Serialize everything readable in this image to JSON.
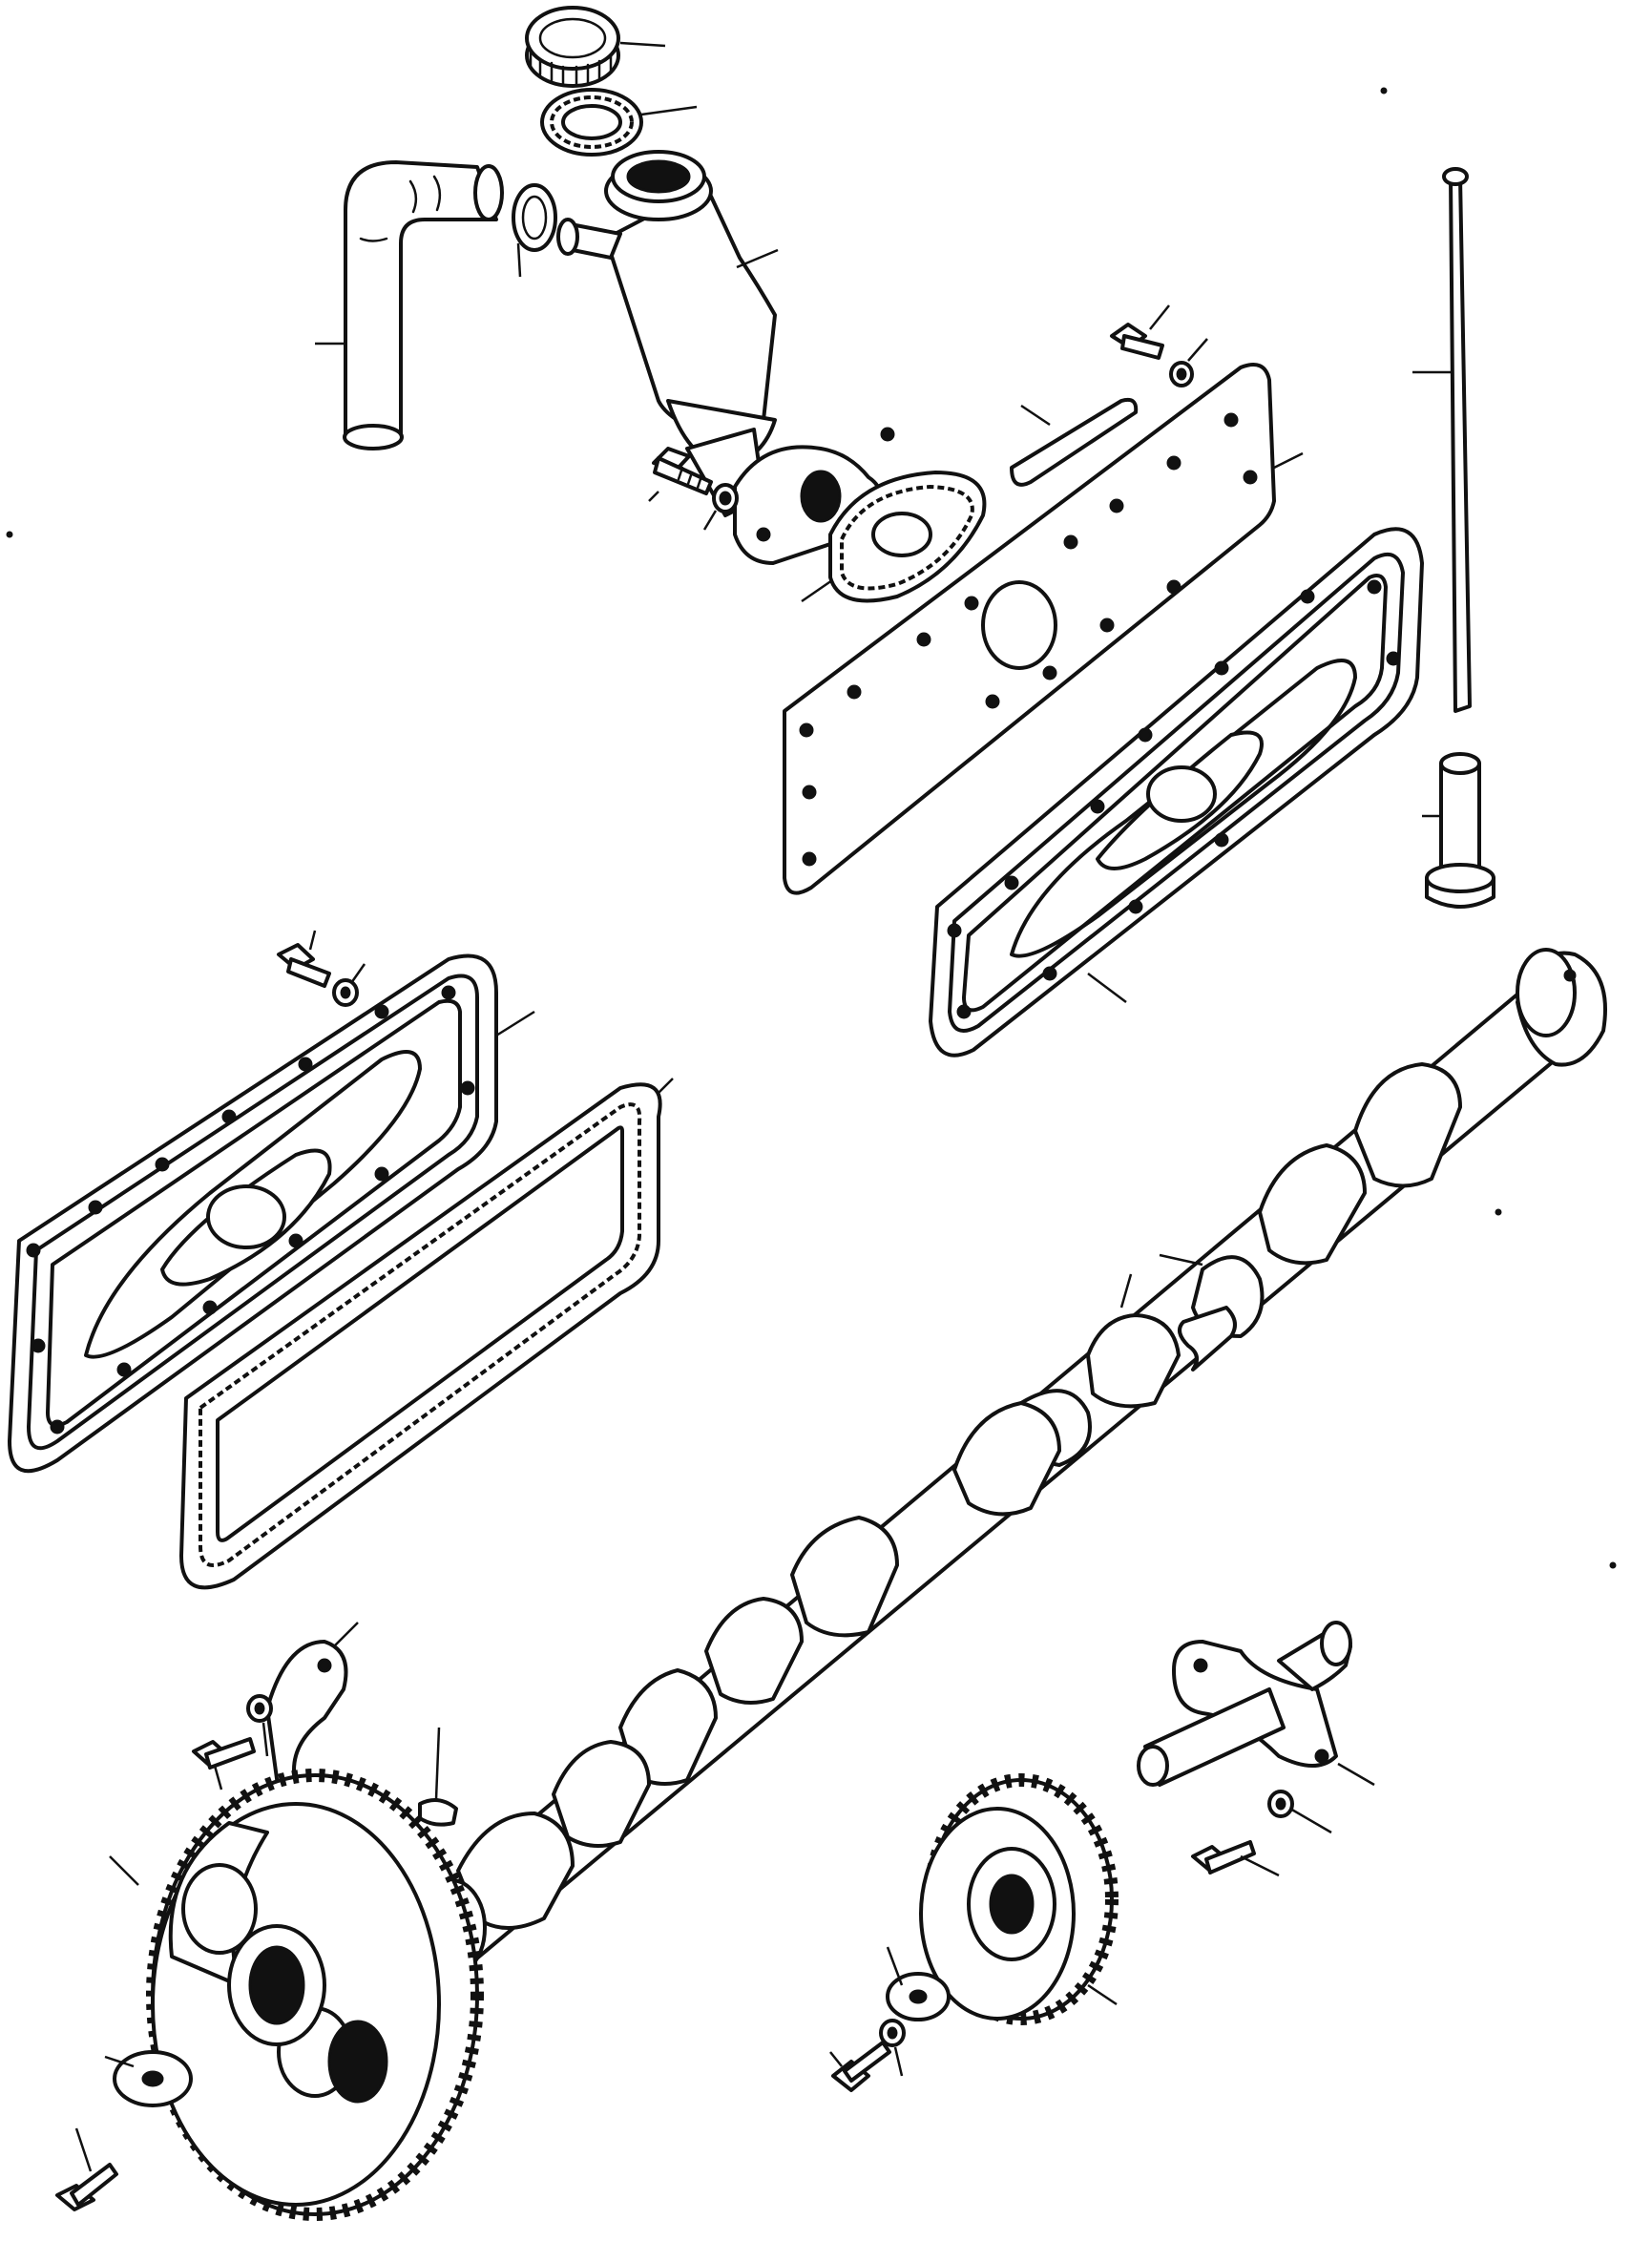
{
  "figure": {
    "description_kind": "exploded parts diagram (line drawing, no printed text)",
    "parts": [
      {
        "id": "filler-cap",
        "icon": "filler-cap-icon"
      },
      {
        "id": "filler-cap-washer",
        "icon": "washer-icon"
      },
      {
        "id": "breather-hose",
        "icon": "hose-icon"
      },
      {
        "id": "hose-clip",
        "icon": "clip-icon"
      },
      {
        "id": "oil-filler-tube",
        "icon": "filler-tube-icon"
      },
      {
        "id": "filler-flange-gasket",
        "icon": "gasket-icon"
      },
      {
        "id": "tube-bolt",
        "icon": "bolt-icon"
      },
      {
        "id": "tube-lockwasher",
        "icon": "washer-icon"
      },
      {
        "id": "side-cover-plate",
        "icon": "cover-plate-icon"
      },
      {
        "id": "plate-strap",
        "icon": "strap-icon"
      },
      {
        "id": "plate-bolt",
        "icon": "bolt-icon"
      },
      {
        "id": "plate-lockwasher",
        "icon": "washer-icon"
      },
      {
        "id": "tappet-cover-right",
        "icon": "tappet-cover-icon"
      },
      {
        "id": "push-rod",
        "icon": "push-rod-icon"
      },
      {
        "id": "tappet",
        "icon": "tappet-icon"
      },
      {
        "id": "tappet-cover-left",
        "icon": "tappet-cover-icon"
      },
      {
        "id": "tappet-cover-gasket",
        "icon": "gasket-icon"
      },
      {
        "id": "cover-bolt",
        "icon": "bolt-icon"
      },
      {
        "id": "cover-lockwasher",
        "icon": "washer-icon"
      },
      {
        "id": "camshaft",
        "icon": "camshaft-icon"
      },
      {
        "id": "thrust-plate",
        "icon": "thrust-plate-icon"
      },
      {
        "id": "woodruff-key",
        "icon": "key-icon"
      },
      {
        "id": "camshaft-gear",
        "icon": "gear-icon"
      },
      {
        "id": "gear-washer",
        "icon": "washer-icon"
      },
      {
        "id": "gear-bolt",
        "icon": "bolt-icon"
      },
      {
        "id": "idler-shaft",
        "icon": "idler-shaft-icon"
      },
      {
        "id": "idler-gear",
        "icon": "gear-icon"
      },
      {
        "id": "idler-washer",
        "icon": "washer-icon"
      },
      {
        "id": "idler-bolt",
        "icon": "bolt-icon"
      }
    ],
    "colors": {
      "ink": "#111111",
      "paper": "#ffffff"
    }
  }
}
